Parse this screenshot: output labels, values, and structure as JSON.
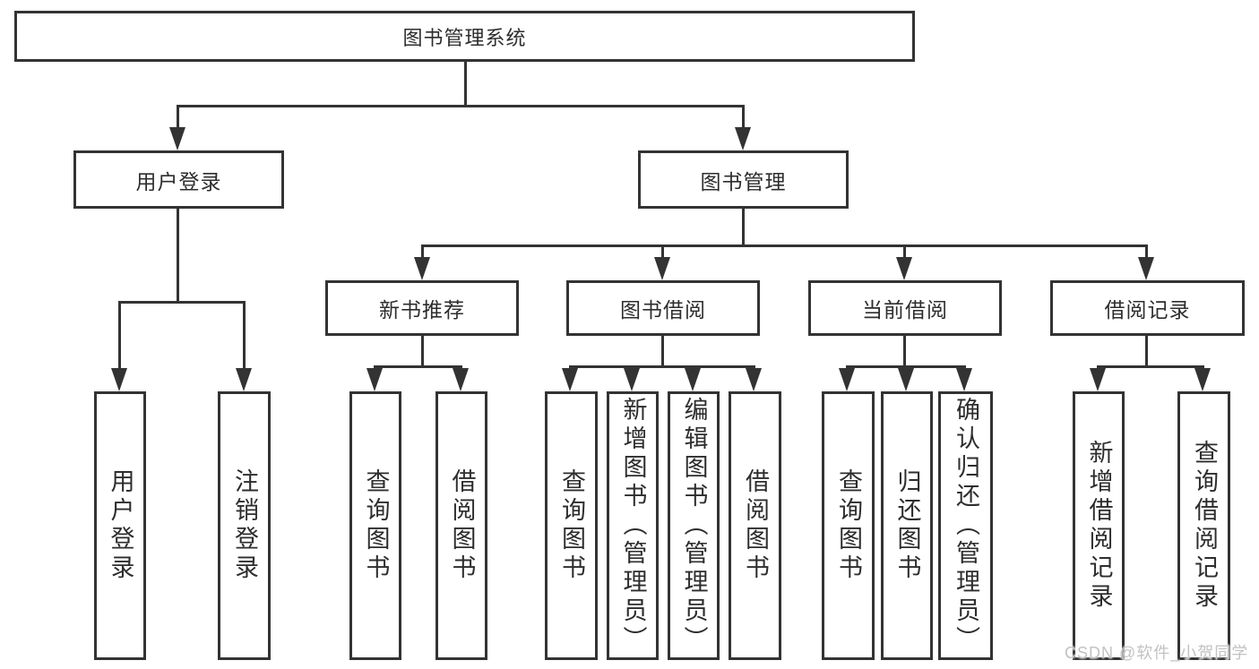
{
  "colors": {
    "line": "#333333",
    "box_border": "#333333",
    "box_background": "#ffffff",
    "text": "#2d2d2d",
    "watermark": "#c2c2c2"
  },
  "watermark": {
    "text": "CSDN @软件_小贺同学"
  },
  "tree": {
    "label": "图书管理系统",
    "children": [
      {
        "label": "用户登录",
        "children": [
          {
            "label": "用户登录"
          },
          {
            "label": "注销登录"
          }
        ]
      },
      {
        "label": "图书管理",
        "children": [
          {
            "label": "新书推荐",
            "children": [
              {
                "label": "查询图书"
              },
              {
                "label": "借阅图书"
              }
            ]
          },
          {
            "label": "图书借阅",
            "children": [
              {
                "label": "查询图书"
              },
              {
                "label": "新增图书（管理员）"
              },
              {
                "label": "编辑图书（管理员）"
              },
              {
                "label": "借阅图书"
              }
            ]
          },
          {
            "label": "当前借阅",
            "children": [
              {
                "label": "查询图书"
              },
              {
                "label": "归还图书"
              },
              {
                "label": "确认归还（管理员）"
              }
            ]
          },
          {
            "label": "借阅记录",
            "children": [
              {
                "label": "新增借阅记录"
              },
              {
                "label": "查询借阅记录"
              }
            ]
          }
        ]
      }
    ]
  }
}
